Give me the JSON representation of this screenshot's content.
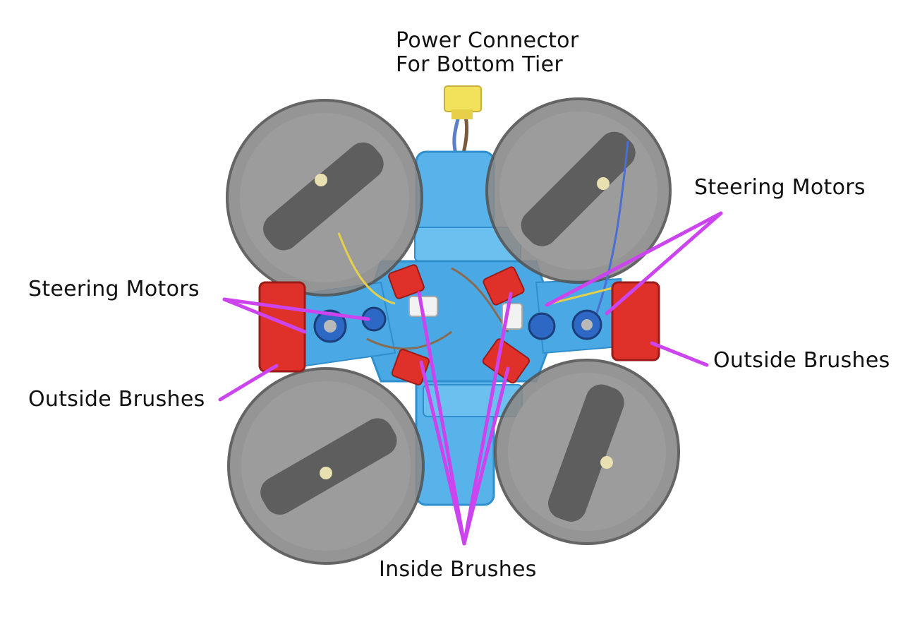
{
  "labels": {
    "power_line1": "Power Connector",
    "power_line2": "For Bottom Tier",
    "steering_left": "Steering Motors",
    "steering_right": "Steering Motors",
    "outside_left": "Outside Brushes",
    "outside_right": "Outside Brushes",
    "inside": "Inside Brushes"
  },
  "colors": {
    "callout": "#cc44ee",
    "frame_blue": "#3fa7e6",
    "brush_red": "#e0302a",
    "wheel_gray": "#6f6f6f",
    "connector_yellow": "#f2e15a"
  }
}
